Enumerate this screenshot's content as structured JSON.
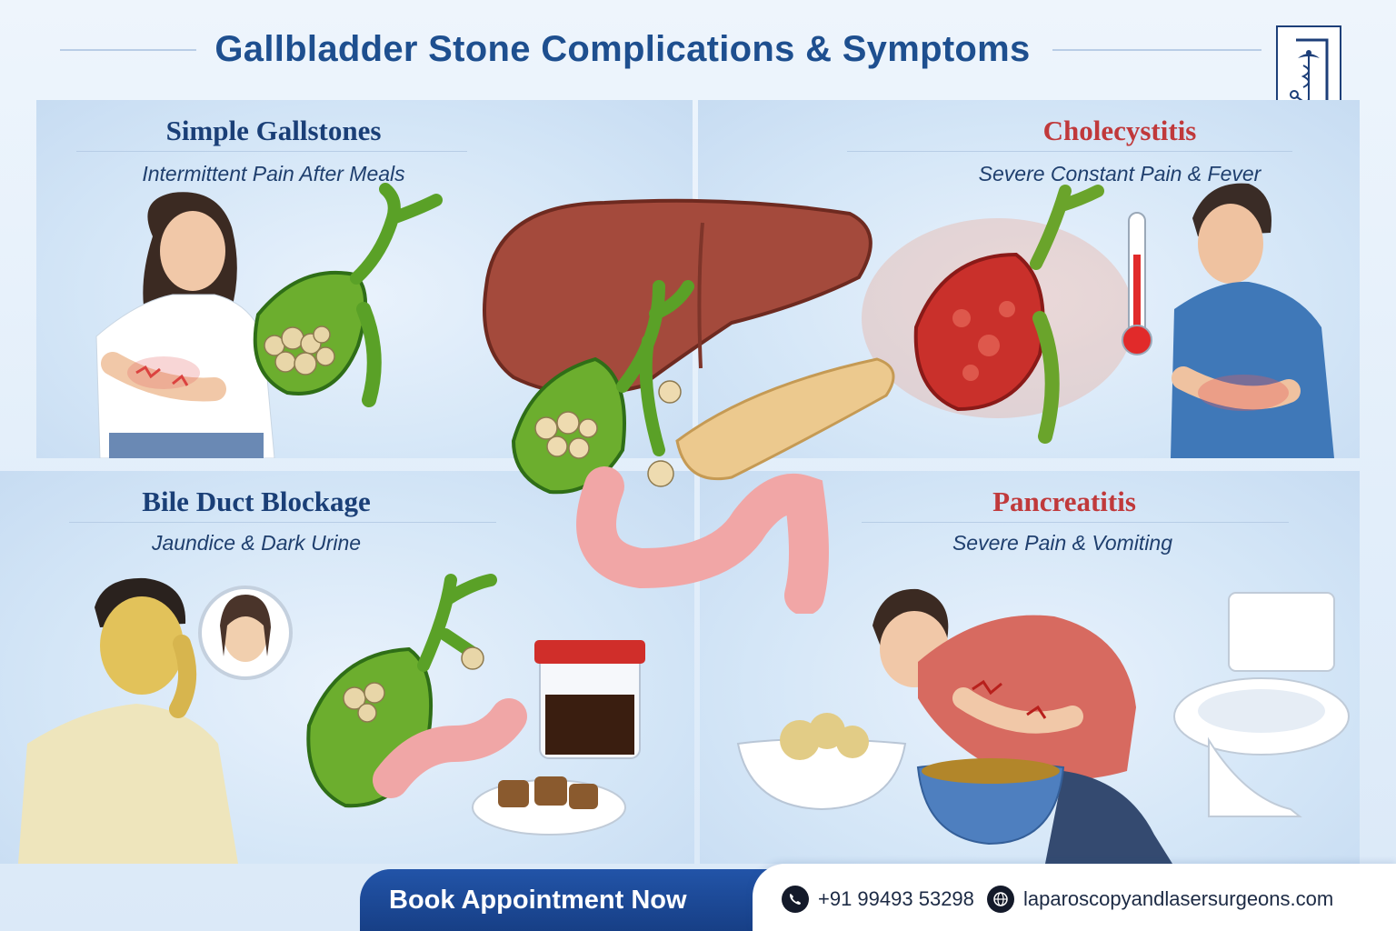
{
  "title": "Gallbladder Stone Complications & Symptoms",
  "panels": {
    "simple": {
      "title": "Simple Gallstones",
      "subtitle": "Intermittent Pain After Meals"
    },
    "chole": {
      "title": "Cholecystitis",
      "subtitle": "Severe Constant Pain & Fever"
    },
    "bile": {
      "title": "Bile Duct Blockage",
      "subtitle": "Jaundice & Dark Urine"
    },
    "pancreatitis": {
      "title": "Pancreatitis",
      "subtitle": "Severe Pain & Vomiting"
    }
  },
  "colors": {
    "brand_blue": "#1e4f8f",
    "red_title": "#c0393b",
    "dark_title": "#1a3f77"
  },
  "icons": [
    "caduceus-logo-icon",
    "phone-icon",
    "globe-icon"
  ],
  "cta": {
    "label": "Book Appointment Now"
  },
  "contact": {
    "phone": "+91 99493 53298",
    "website": "laparoscopyandlasersurgeons.com"
  }
}
